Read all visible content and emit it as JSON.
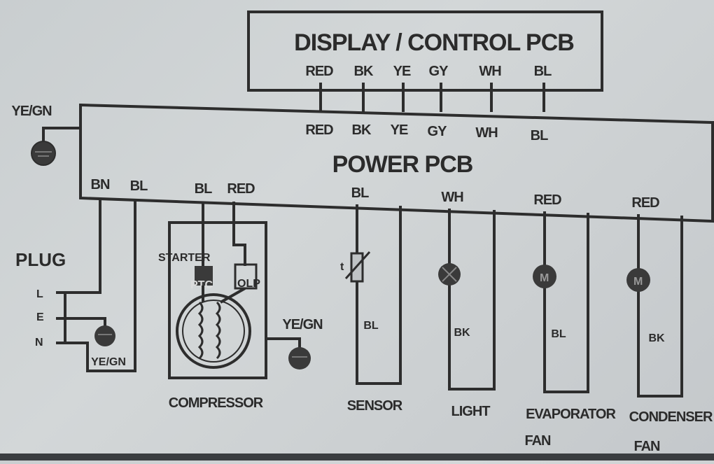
{
  "diagram": {
    "display_pcb": {
      "title": "DISPLAY / CONTROL PCB",
      "terminals": [
        "RED",
        "BK",
        "YE",
        "GY",
        "WH",
        "BL"
      ]
    },
    "power_pcb": {
      "title": "POWER PCB",
      "top_terminals": [
        "RED",
        "BK",
        "YE",
        "GY",
        "WH",
        "BL"
      ],
      "bottom_terminals": [
        "BN",
        "BL",
        "BL",
        "RED",
        "BL",
        "WH",
        "RED",
        "RED"
      ]
    },
    "ground_label": "YE/GN",
    "plug": {
      "title": "PLUG",
      "pins": [
        "L",
        "E",
        "N"
      ],
      "wire_label": "YE/GN"
    },
    "compressor": {
      "label": "COMPRESSOR",
      "starter_label": "STARTER",
      "ptc_label": "PTC",
      "olp_label": "OLP",
      "ground_label": "YE/GN"
    },
    "sensor": {
      "label": "SENSOR",
      "wire_label": "BL",
      "symbol_label": "t"
    },
    "light": {
      "label": "LIGHT",
      "wire_label": "BK"
    },
    "evaporator_fan": {
      "label_line1": "EVAPORATOR",
      "label_line2": "FAN",
      "wire_label": "BL"
    },
    "condenser_fan": {
      "label_line1": "CONDENSER",
      "label_line2": "FAN",
      "wire_label": "BK"
    }
  }
}
